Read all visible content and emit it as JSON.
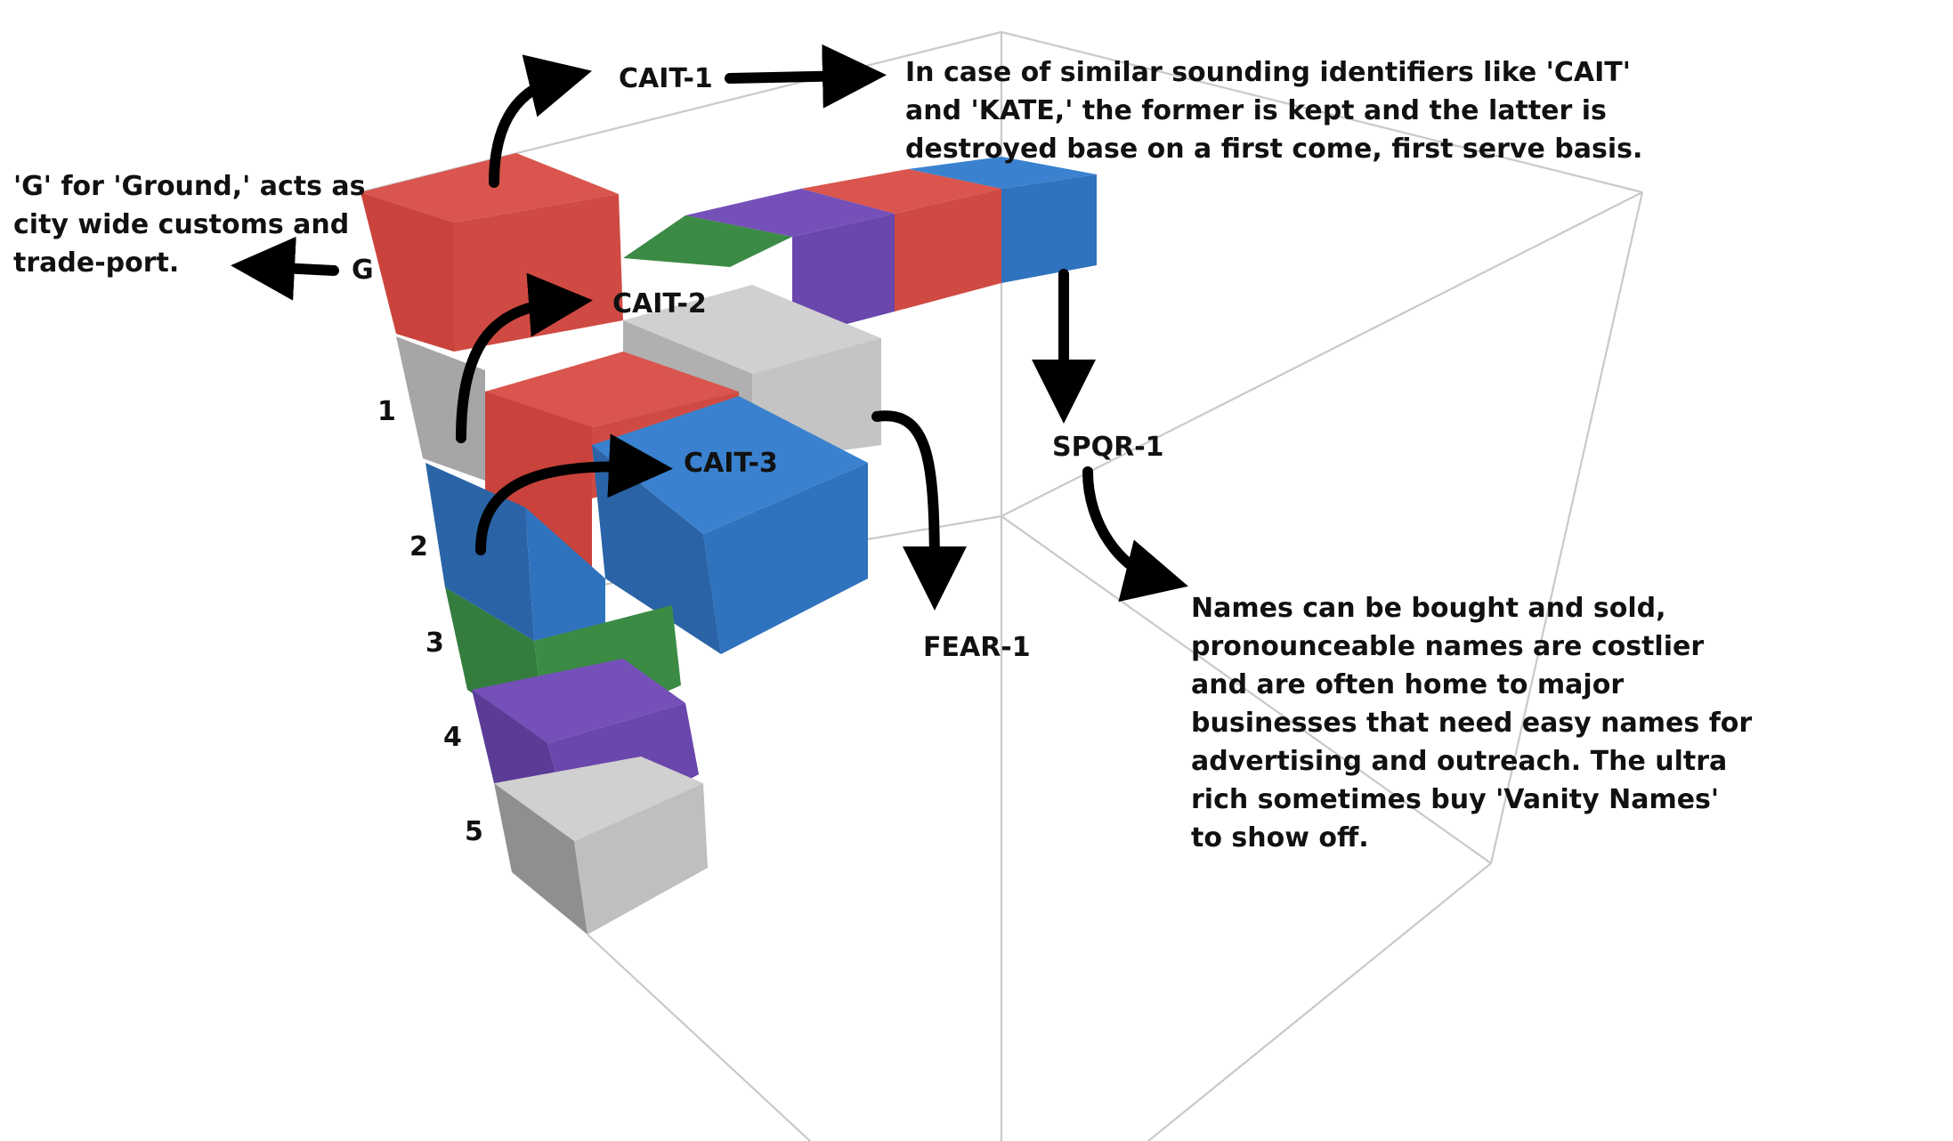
{
  "colors": {
    "red": "#cf4a43",
    "blue": "#2f72bd",
    "green": "#3b8b45",
    "purple": "#6a47ac",
    "gray": "#bfbfbf"
  },
  "labels": {
    "cait1": "CAIT-1",
    "cait2": "CAIT-2",
    "cait3": "CAIT-3",
    "fear1": "FEAR-1",
    "spqr1": "SPQR-1",
    "floor_g": "G",
    "floor_1": "1",
    "floor_2": "2",
    "floor_3": "3",
    "floor_4": "4",
    "floor_5": "5"
  },
  "notes": {
    "ground": [
      "'G' for 'Ground,' acts as",
      "city wide customs and",
      "trade-port."
    ],
    "similar": [
      "In case of similar sounding identifiers like 'CAIT'",
      "and 'KATE,' the former is kept and the latter is",
      "destroyed base on a first come, first serve basis."
    ],
    "names": [
      "Names can be bought and sold,",
      "pronounceable names are costlier",
      "and are often home to major",
      "businesses that need easy names for",
      "advertising and outreach. The ultra",
      "rich sometimes buy 'Vanity Names'",
      "to show off."
    ]
  }
}
